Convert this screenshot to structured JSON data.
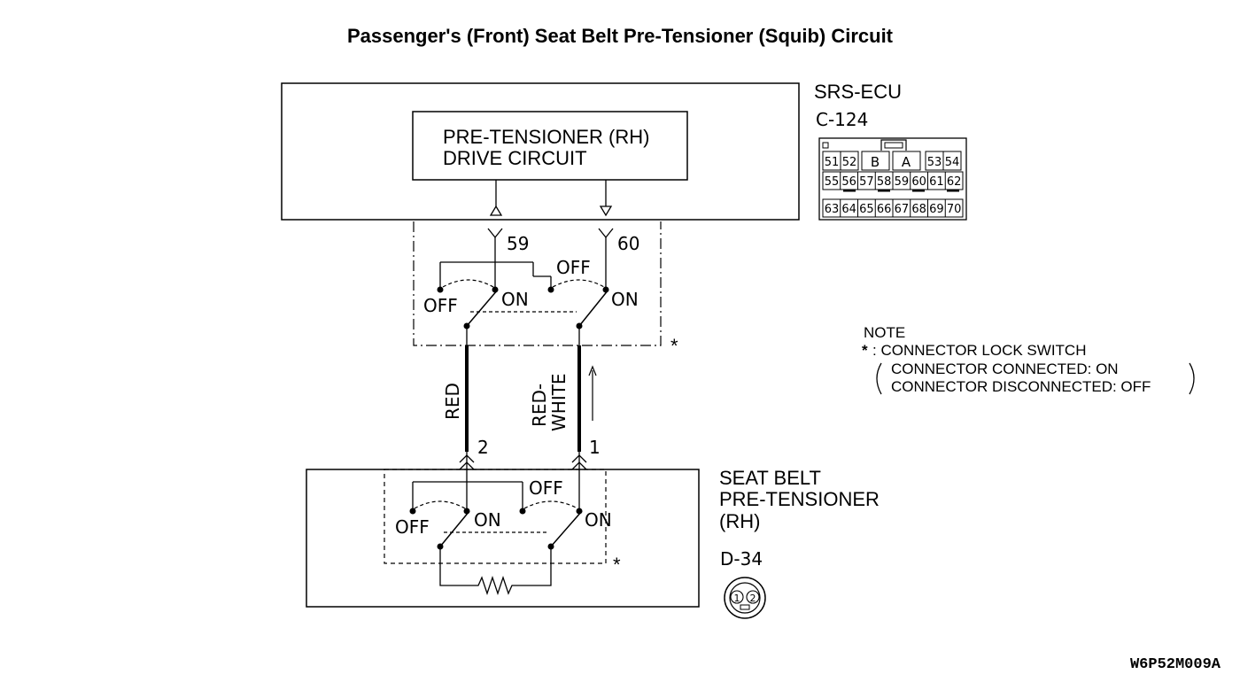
{
  "title": "Passenger's (Front) Seat Belt Pre-Tensioner (Squib) Circuit",
  "ecu": {
    "name": "SRS-ECU",
    "connector": "C-124",
    "drive_circuit_line1": "PRE-TENSIONER (RH)",
    "drive_circuit_line2": "DRIVE CIRCUIT",
    "pin_a": "59",
    "pin_b": "60",
    "connector_pins_row1": [
      "51",
      "52",
      "B",
      "A",
      "53",
      "54"
    ],
    "connector_pins_row2": [
      "55",
      "56",
      "57",
      "58",
      "59",
      "60",
      "61",
      "62"
    ],
    "connector_pins_row3": [
      "63",
      "64",
      "65",
      "66",
      "67",
      "68",
      "69",
      "70"
    ]
  },
  "switch_labels": {
    "off": "OFF",
    "on": "ON",
    "asterisk": "*"
  },
  "wires": {
    "left_color": "RED",
    "right_color_line1": "RED-",
    "right_color_line2": "WHITE",
    "left_pin": "2",
    "right_pin": "1"
  },
  "pretensioner": {
    "name_line1": "SEAT BELT",
    "name_line2": "PRE-TENSIONER",
    "name_line3": "(RH)",
    "connector": "D-34",
    "connector_pins": [
      "1",
      "2"
    ]
  },
  "note": {
    "heading": "NOTE",
    "line1": ": CONNECTOR LOCK SWITCH",
    "line2": "CONNECTOR CONNECTED: ON",
    "line3": "CONNECTOR DISCONNECTED: OFF"
  },
  "figure_code": "W6P52M009A"
}
